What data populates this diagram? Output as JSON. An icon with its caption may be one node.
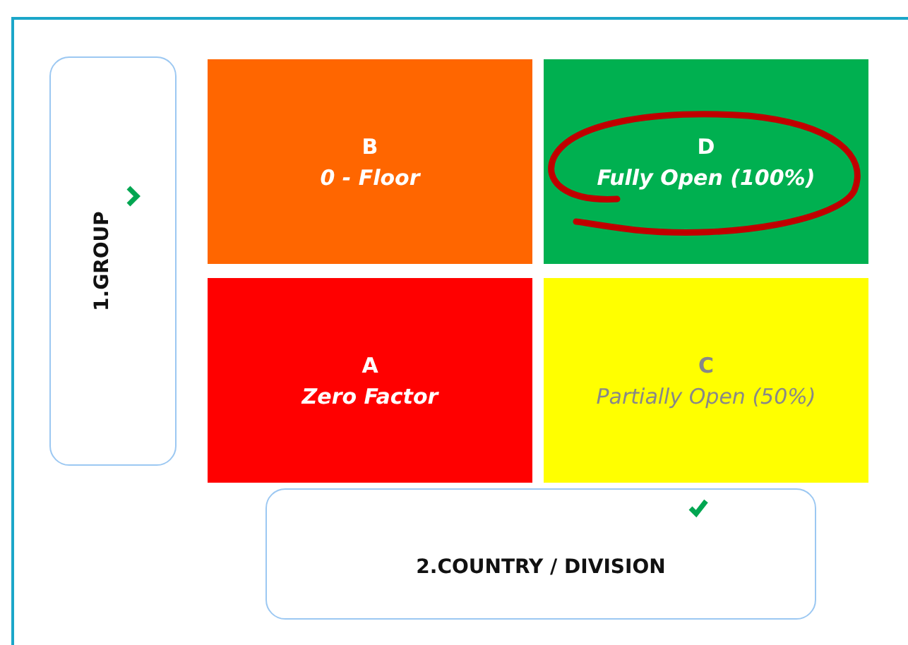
{
  "diagram": {
    "nodes": [
      {
        "text": [
          "1.GROUP"
        ]
      },
      {
        "text": [
          "B",
          "0 - Floor"
        ]
      },
      {
        "text": [
          "D",
          "Fully Open (100%)"
        ]
      },
      {
        "text": [
          "A",
          "Zero Factor"
        ]
      },
      {
        "text": [
          "C",
          "Partially Open (50%)"
        ]
      },
      {
        "text": [
          "2.COUNTRY / DIVISION"
        ]
      }
    ]
  }
}
